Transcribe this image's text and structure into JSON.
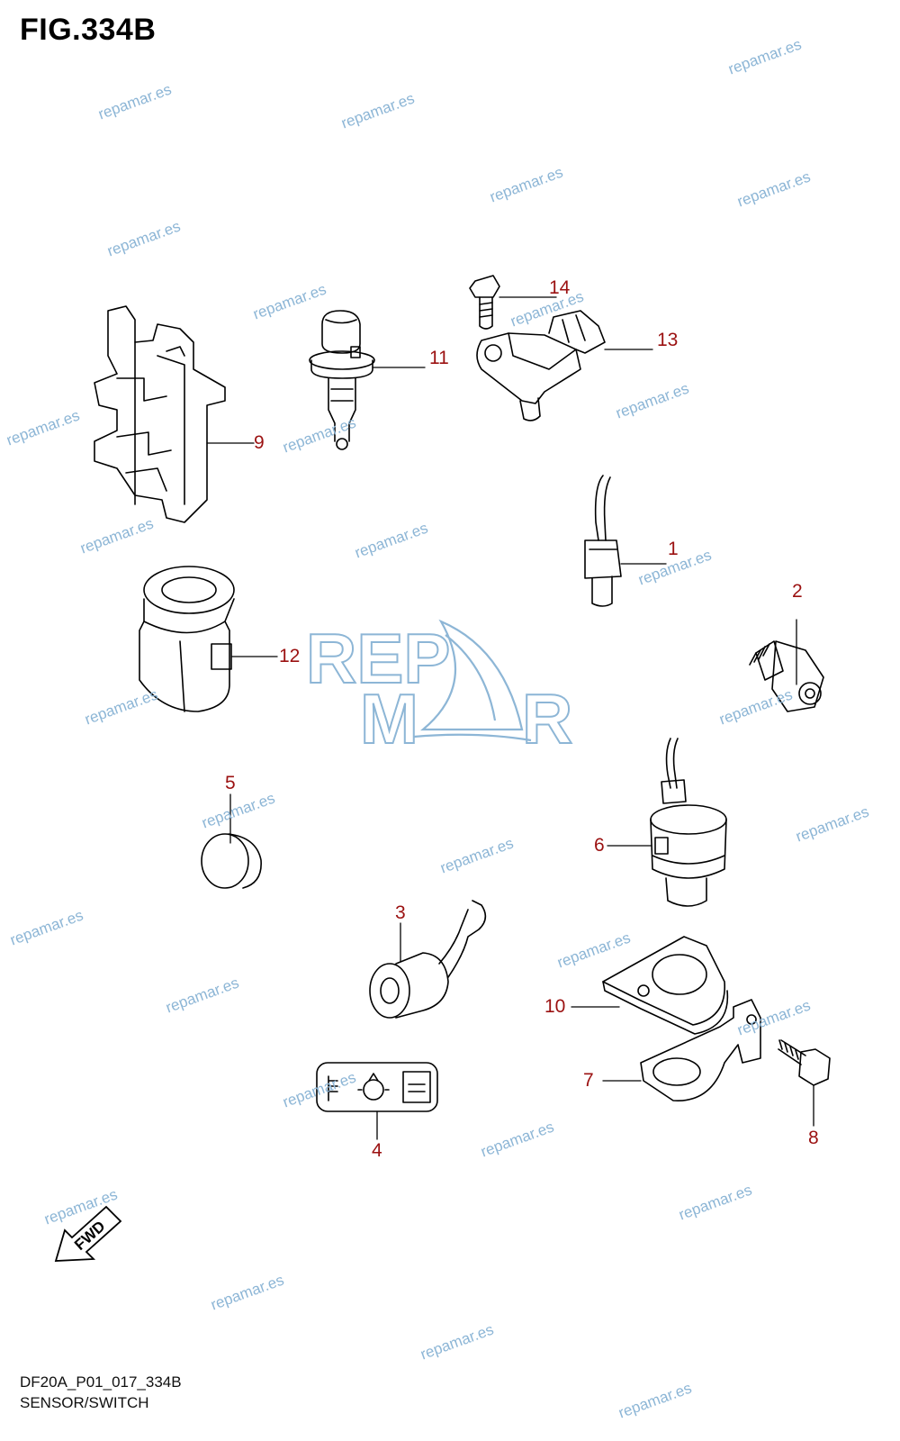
{
  "figure": {
    "title": "FIG.334B",
    "code": "DF20A_P01_017_334B",
    "name": "SENSOR/SWITCH",
    "fwd_label": "FWD"
  },
  "logo": {
    "line1": "REP",
    "line2_left": "M",
    "line2_right": "R"
  },
  "watermark": "repamar.es",
  "callouts": [
    "14",
    "13",
    "11",
    "9",
    "1",
    "2",
    "12",
    "5",
    "6",
    "3",
    "10",
    "7",
    "4",
    "8"
  ],
  "colors": {
    "callout": "#9b1111",
    "watermark": "#8db6d6",
    "line": "#000000"
  }
}
